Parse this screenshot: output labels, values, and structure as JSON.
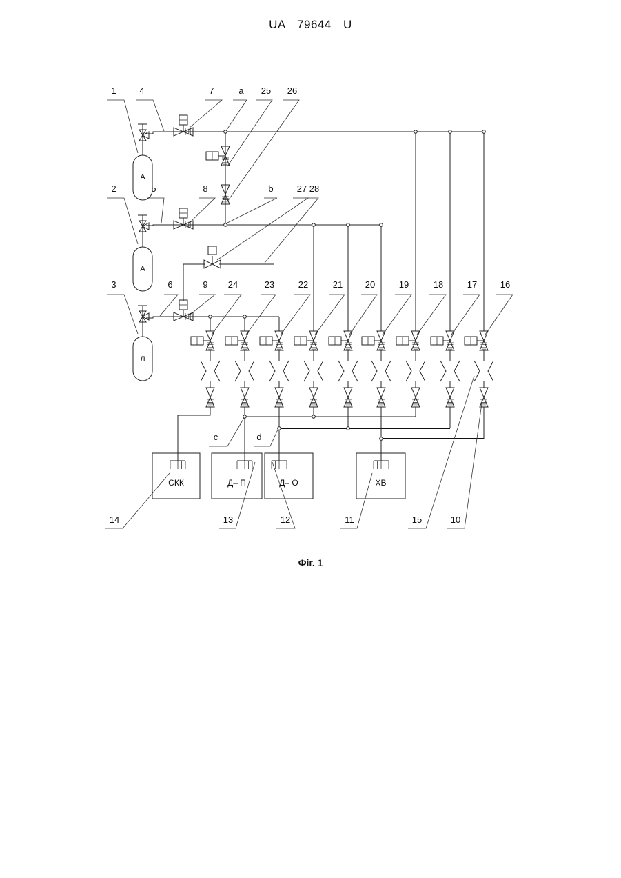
{
  "document": {
    "number": "UA   79644   U",
    "caption": "Фіг. 1"
  },
  "diagram": {
    "tanks": [
      "А",
      "А",
      "Л"
    ],
    "callouts": [
      "1",
      "2",
      "3",
      "4",
      "5",
      "6",
      "7",
      "8",
      "9",
      "a",
      "b",
      "25",
      "26",
      "27",
      "28",
      "24",
      "23",
      "22",
      "21",
      "20",
      "19",
      "18",
      "17",
      "16",
      "c",
      "d",
      "14",
      "13",
      "12",
      "11",
      "15",
      "10"
    ],
    "blocks": [
      "СКК",
      "Д– П",
      "Д– О",
      "ХВ"
    ]
  }
}
